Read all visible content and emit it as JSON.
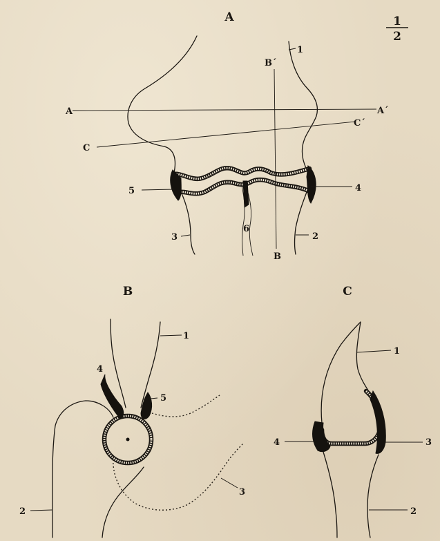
{
  "scale": {
    "numerator": "1",
    "denominator": "2"
  },
  "figures": {
    "A": {
      "title": "A",
      "labels": {
        "n1": "1",
        "n2": "2",
        "n3": "3",
        "n4": "4",
        "n5": "5",
        "n6": "6",
        "A_left": "A",
        "A_right": "A´",
        "B_top": "B´",
        "B_bottom": "B",
        "C_left": "C",
        "C_right": "C´"
      }
    },
    "B": {
      "title": "B",
      "labels": {
        "n1": "1",
        "n2": "2",
        "n3": "3",
        "n4": "4",
        "n5": "5"
      }
    },
    "C": {
      "title": "C",
      "labels": {
        "n1": "1",
        "n2": "2",
        "n3": "3",
        "n4": "4"
      }
    }
  }
}
